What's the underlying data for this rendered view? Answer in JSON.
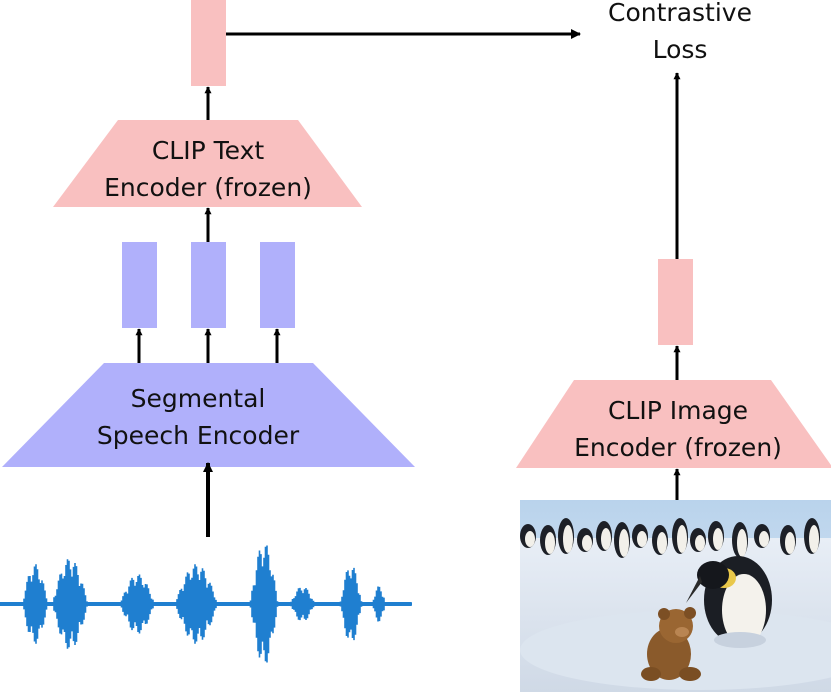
{
  "colors": {
    "clip": "#f9c0c0",
    "speech": "#b0b0fb",
    "waveform": "#1f7fd0",
    "arrow": "#000000"
  },
  "labels": {
    "contrastive_loss": [
      "Contrastive",
      "Loss"
    ],
    "clip_text_encoder": [
      "CLIP Text",
      "Encoder (frozen)"
    ],
    "segmental_speech_encoder": [
      "Segmental",
      "Speech Encoder"
    ],
    "clip_image_encoder": [
      "CLIP Image",
      "Encoder (frozen)"
    ]
  },
  "icons": {
    "speech_waveform": "audio-waveform-icon",
    "input_photo": "penguins-and-teddy-bear-photo"
  }
}
